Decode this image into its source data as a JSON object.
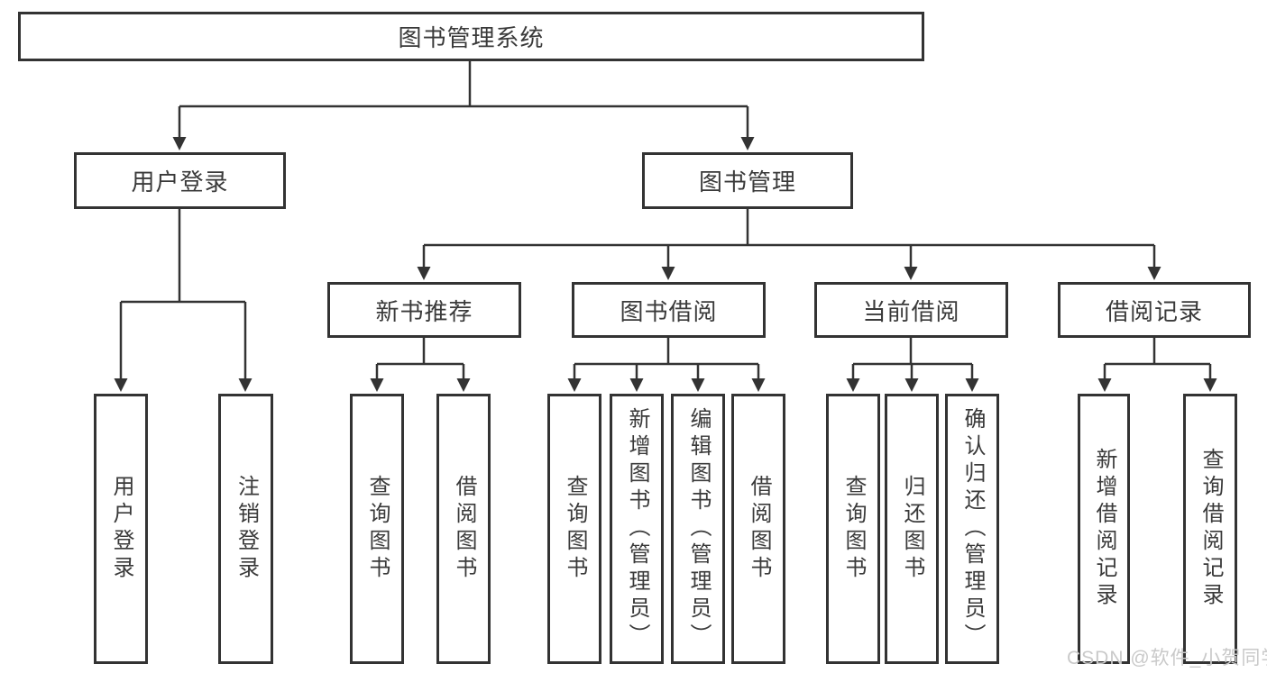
{
  "diagram": {
    "title": "图书管理系统",
    "user_login": {
      "label": "用户登录",
      "children": {
        "login": "用户登录",
        "logout": "注销登录"
      }
    },
    "book_mgmt": {
      "label": "图书管理",
      "sections": {
        "new_books": {
          "label": "新书推荐",
          "children": {
            "query": "查询图书",
            "borrow": "借阅图书"
          }
        },
        "borrow_books": {
          "label": "图书借阅",
          "children": {
            "query": "查询图书",
            "add": "新增图书（管理员）",
            "edit": "编辑图书（管理员）",
            "borrow": "借阅图书"
          }
        },
        "current_borrow": {
          "label": "当前借阅",
          "children": {
            "query": "查询图书",
            "return": "归还图书",
            "confirm": "确认归还（管理员）"
          }
        },
        "borrow_records": {
          "label": "借阅记录",
          "children": {
            "add": "新增借阅记录",
            "query": "查询借阅记录"
          }
        }
      }
    },
    "watermark": "CSDN @软件_小贺同学",
    "colors": {
      "line": "#333333",
      "box_border": "#333333",
      "text": "#3a3a3a",
      "watermark": "#c9c9c9",
      "background": "#ffffff"
    }
  }
}
